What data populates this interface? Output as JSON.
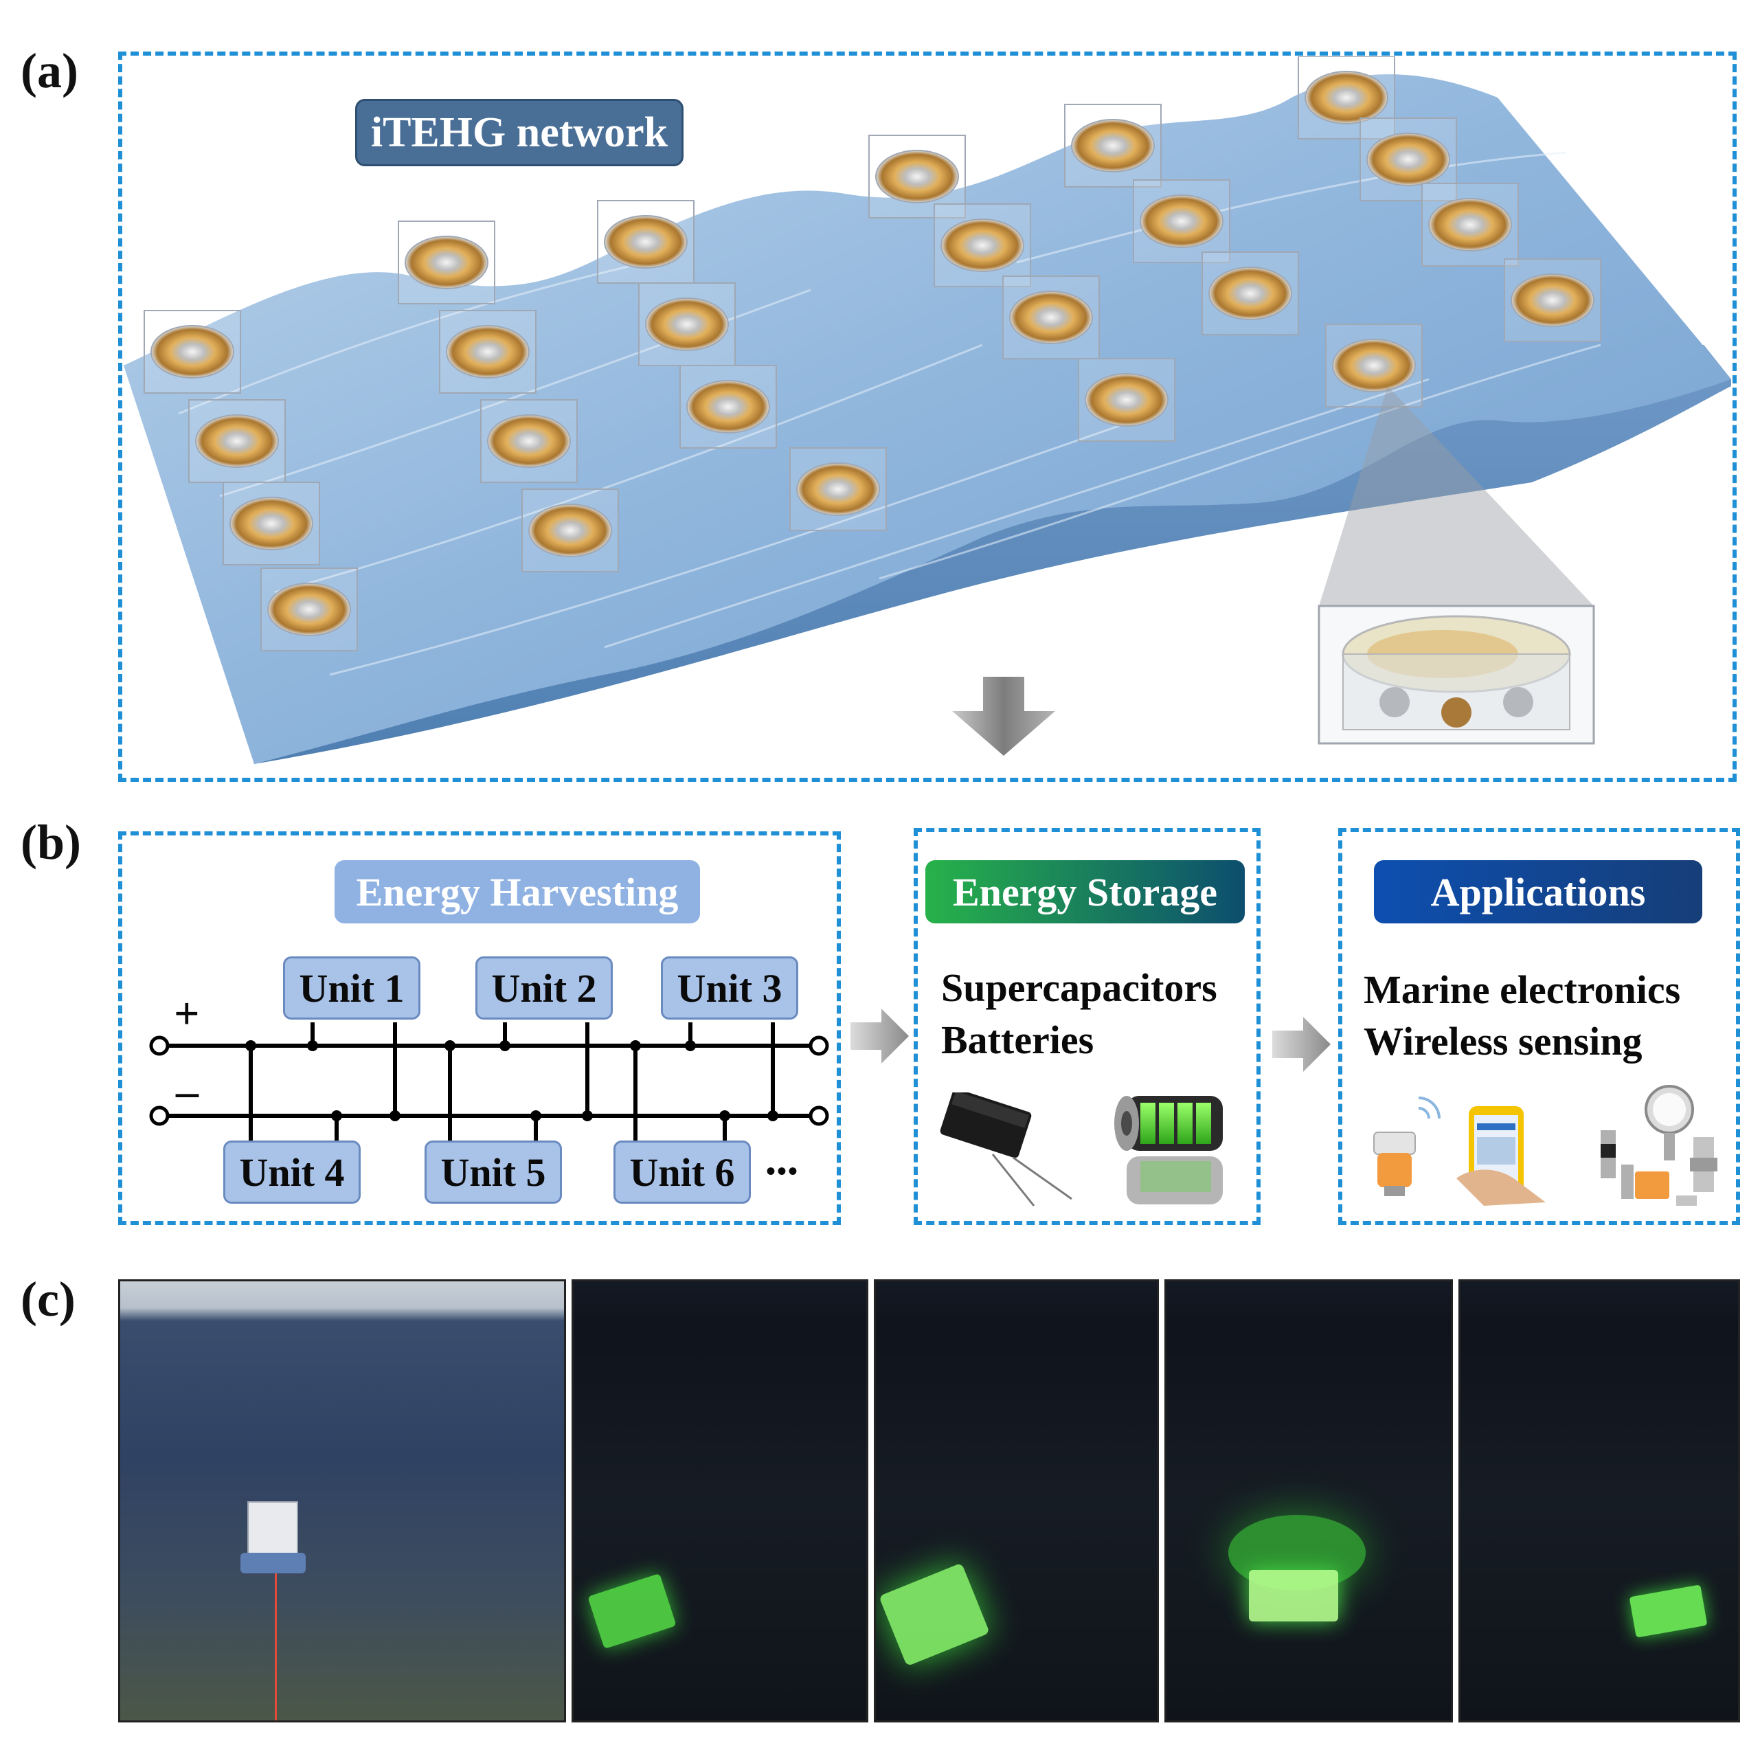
{
  "panels": {
    "a": "(a)",
    "b": "(b)",
    "c": "(c)"
  },
  "network": {
    "title": "iTEHG network"
  },
  "harvesting": {
    "title": "Energy Harvesting",
    "plus": "+",
    "minus": "–",
    "units_top": [
      "Unit 1",
      "Unit 2",
      "Unit 3"
    ],
    "units_bottom": [
      "Unit 4",
      "Unit 5",
      "Unit 6"
    ],
    "ellipsis": "•••"
  },
  "storage": {
    "title": "Energy Storage",
    "items": [
      "Supercapacitors",
      "Batteries"
    ]
  },
  "applications": {
    "title": "Applications",
    "items": [
      "Marine electronics",
      "Wireless sensing"
    ]
  },
  "colors": {
    "dash": "#1f8fd6",
    "network_pill": "#4a6f96",
    "harvest_pill": "#8fb2e2",
    "storage_pill_start": "#27b24a",
    "storage_pill_end": "#0c4e6e",
    "apps_pill": "#1150a8",
    "water": "#7fa8d2"
  }
}
